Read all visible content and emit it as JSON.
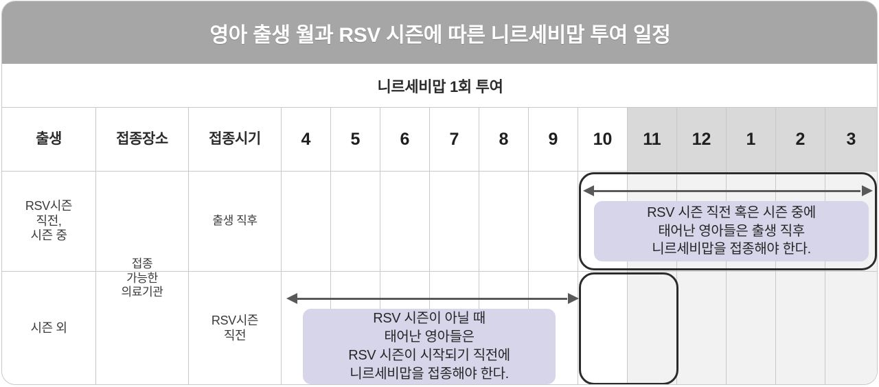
{
  "header": {
    "title": "영아 출생 월과 RSV 시즌에 따른 니르세비맙 투여 일정",
    "subtitle": "니르세비맙 1회 투여"
  },
  "colors": {
    "title_bar": "#a6a6a6",
    "season_shade_header": "#d9d9d9",
    "season_shade_body": "#f2f2f2",
    "callout_bg": "#d6d5ea",
    "grid_line": "#c8c8c8",
    "highlight_border": "#2b2b2b",
    "arrow": "#595959"
  },
  "columns": {
    "labels": [
      "출생",
      "접종장소",
      "접종시기"
    ],
    "months": [
      "4",
      "5",
      "6",
      "7",
      "8",
      "9",
      "10",
      "11",
      "12",
      "1",
      "2",
      "3"
    ],
    "season_months": [
      "11",
      "12",
      "1",
      "2",
      "3"
    ]
  },
  "rows": [
    {
      "birth": "RSV시즌\n직전,\n시즌 중",
      "birth_lines": [
        "RSV시즌",
        "직전,",
        "시즌 중"
      ],
      "site": "접종\n가능한\n의료기관",
      "site_lines": [
        "접종",
        "가능한",
        "의료기관"
      ],
      "timing": "출생 직후",
      "timing_lines": [
        "출생 직후"
      ],
      "highlight_months": [
        "10",
        "11",
        "12",
        "1",
        "2",
        "3"
      ],
      "arrow_span": [
        "10",
        "3"
      ],
      "callout_lines": [
        "RSV 시즌 직전 혹은 시즌 중에",
        "태어난 영아들은 출생 직후",
        "니르세비맙을 접종해야 한다."
      ]
    },
    {
      "birth": "시즌 외",
      "birth_lines": [
        "시즌 외"
      ],
      "timing": "RSV시즌\n직전",
      "timing_lines": [
        "RSV시즌",
        "직전"
      ],
      "highlight_months": [
        "10",
        "11"
      ],
      "arrow_span": [
        "4",
        "10"
      ],
      "callout_lines": [
        "RSV 시즌이 아닐 때",
        "태어난 영아들은",
        "RSV 시즌이 시작되기 직전에",
        "니르세비맙을 접종해야 한다."
      ]
    }
  ]
}
